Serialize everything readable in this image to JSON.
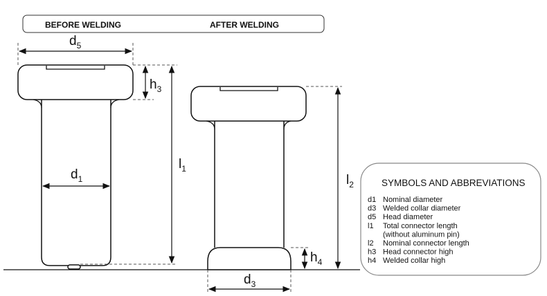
{
  "header": {
    "before_label": "BEFORE WELDING",
    "after_label": "AFTER WELDING"
  },
  "dimensions": {
    "d5": {
      "base": "d",
      "sub": "5"
    },
    "h3": {
      "base": "h",
      "sub": "3"
    },
    "l1": {
      "base": "l",
      "sub": "1"
    },
    "d1": {
      "base": "d",
      "sub": "1"
    },
    "l2": {
      "base": "l",
      "sub": "2"
    },
    "h4": {
      "base": "h",
      "sub": "4"
    },
    "d3": {
      "base": "d",
      "sub": "3"
    }
  },
  "legend": {
    "title": "SYMBOLS AND ABBREVIATIONS",
    "items": [
      {
        "code": "d1",
        "text": "Nominal diameter"
      },
      {
        "code": "d3",
        "text": "Welded collar diameter"
      },
      {
        "code": "d5",
        "text": "Head diameter"
      },
      {
        "code": "l1",
        "text": "Total connector length"
      },
      {
        "code": "",
        "text": "(without aluminum pin)"
      },
      {
        "code": "l2",
        "text": "Nominal connector length"
      },
      {
        "code": "h3",
        "text": "Head connector high"
      },
      {
        "code": "h4",
        "text": "Welded collar high"
      }
    ]
  },
  "colors": {
    "stroke": "#111111",
    "dashed": "#555555",
    "background": "#ffffff"
  }
}
